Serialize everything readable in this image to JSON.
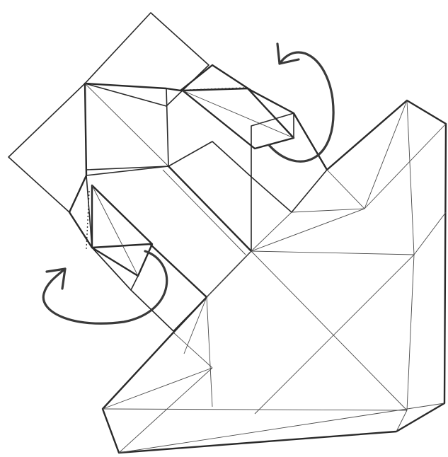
{
  "diagram": {
    "kind": "origami-folding-step",
    "colors": {
      "paper_front": "#fdfdfd",
      "paper_back": "#d4d4d4",
      "lines": "#2a2a2a",
      "arrows": "#3a3a3a"
    },
    "arrows": [
      {
        "name": "fold-behind-arrow-upper",
        "direction": "counter-clockwise"
      },
      {
        "name": "fold-behind-arrow-lower",
        "direction": "clockwise"
      }
    ]
  }
}
